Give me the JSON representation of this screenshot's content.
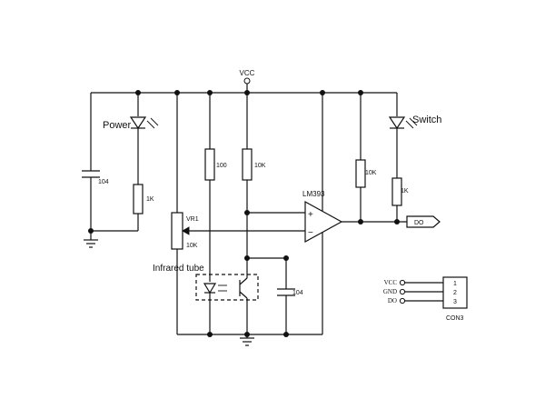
{
  "labels": {
    "vcc": "VCC",
    "power": "Power",
    "switch": "Switch",
    "lm393": "LM393",
    "infrared_tube": "Infrared tube",
    "vr1": "VR1",
    "vr1_value": "10K",
    "c1": "104",
    "r_power": "1K",
    "r_100": "100",
    "r_10k_mid": "10K",
    "r_10k_right": "10K",
    "r_switch": "1K",
    "c2": "104",
    "do_tag": "DO",
    "plus": "+",
    "minus": "−",
    "con3": "CON3",
    "pin_vcc": "VCC",
    "pin_gnd": "GND",
    "pin_do": "DO",
    "pin1": "1",
    "pin2": "2",
    "pin3": "3"
  },
  "colors": {
    "ink": "#111111",
    "background": "#ffffff"
  }
}
